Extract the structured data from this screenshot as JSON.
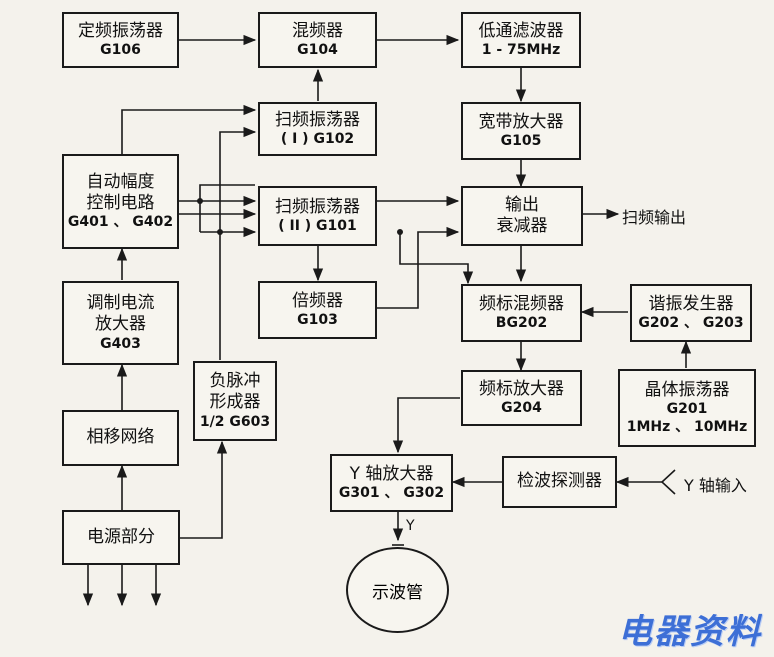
{
  "blocks": {
    "fixed_osc": {
      "name": "定频振荡器",
      "code": "G106"
    },
    "mixer": {
      "name": "混频器",
      "code": "G104"
    },
    "lowpass": {
      "name": "低通滤波器",
      "code": "1 - 75MHz"
    },
    "sweep1": {
      "name": "扫频振荡器",
      "code": "( I ) G102"
    },
    "wideband_amp": {
      "name": "宽带放大器",
      "code": "G105"
    },
    "agc": {
      "line1": "自动幅度",
      "line2": "控制电路",
      "code": "G401 、 G402"
    },
    "sweep2": {
      "name": "扫频振荡器",
      "code": "( II ) G101"
    },
    "attenuator": {
      "line1": "输出",
      "line2": "衰减器"
    },
    "multiplier": {
      "name": "倍频器",
      "code": "G103"
    },
    "marker_mixer": {
      "name": "频标混频器",
      "code": "BG202"
    },
    "harmonic_gen": {
      "name": "谐振发生器",
      "code": "G202 、 G203"
    },
    "mod_amp": {
      "line1": "调制电流",
      "line2": "放大器",
      "code": "G403"
    },
    "neg_pulse": {
      "line1": "负脉冲",
      "line2": "形成器",
      "code": "1/2 G603"
    },
    "marker_amp": {
      "name": "频标放大器",
      "code": "G204"
    },
    "crystal_osc": {
      "name": "晶体振荡器",
      "code": "G201",
      "freq": "1MHz 、 10MHz"
    },
    "phase_net": {
      "name": "相移网络"
    },
    "y_amp": {
      "name": "Y 轴放大器",
      "code": "G301 、 G302"
    },
    "detector": {
      "name": "检波探测器"
    },
    "power": {
      "name": "电源部分"
    },
    "crt": {
      "name": "示波管"
    }
  },
  "labels": {
    "sweep_out": "扫频输出",
    "y_input": "Y 轴输入",
    "y_mark": "Y"
  },
  "watermark": "电器资料"
}
